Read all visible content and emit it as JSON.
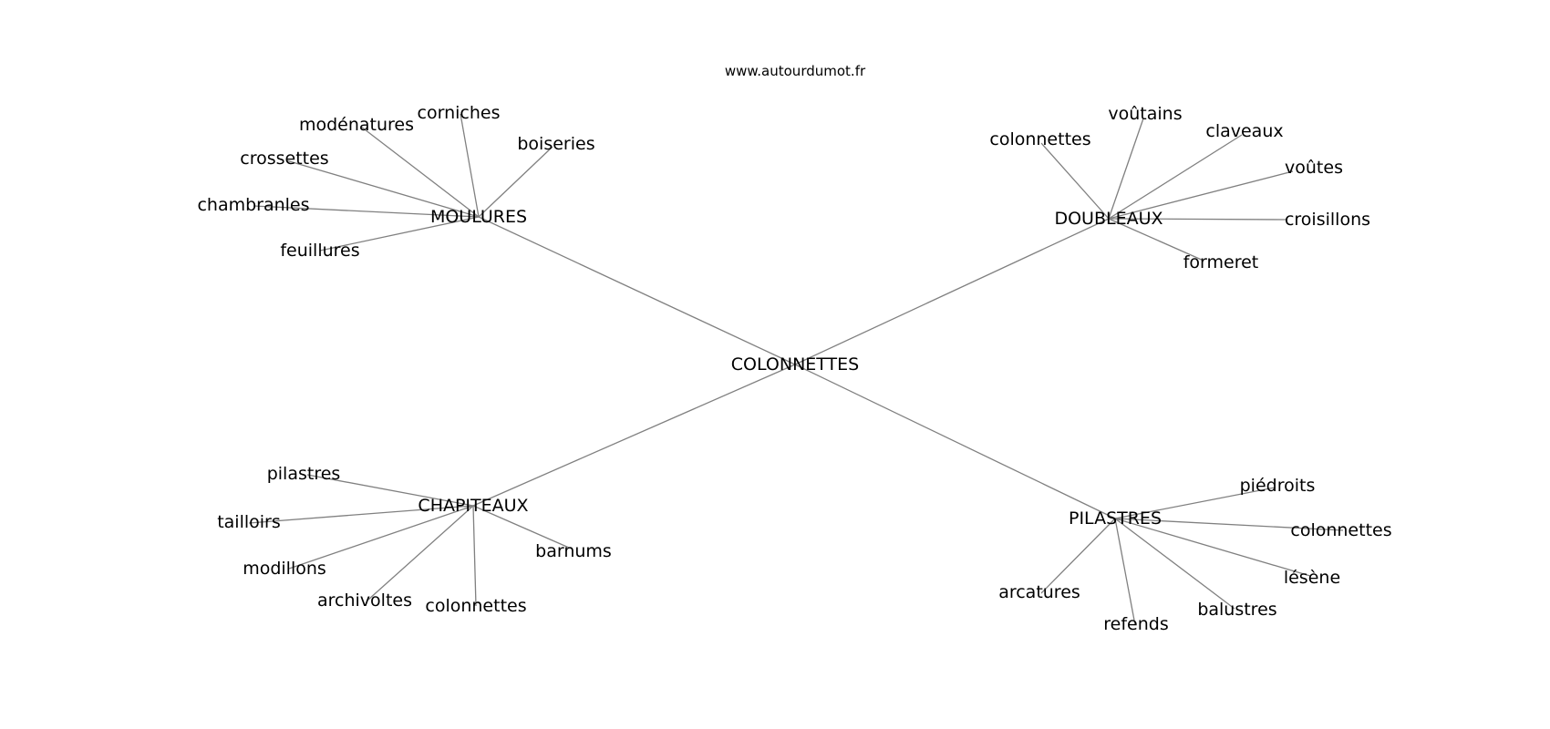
{
  "header": {
    "site": "www.autourdumot.fr"
  },
  "graph": {
    "center": {
      "label": "COLONNETTES"
    },
    "clusters": [
      {
        "hub": "MOULURES",
        "leaves": [
          "corniches",
          "modénatures",
          "boiseries",
          "crossettes",
          "chambranles",
          "feuillures"
        ]
      },
      {
        "hub": "DOUBLEAUX",
        "leaves": [
          "voûtains",
          "colonnettes",
          "claveaux",
          "voûtes",
          "croisillons",
          "formeret"
        ]
      },
      {
        "hub": "CHAPITEAUX",
        "leaves": [
          "pilastres",
          "tailloirs",
          "modillons",
          "archivoltes",
          "colonnettes",
          "barnums"
        ]
      },
      {
        "hub": "PILASTRES",
        "leaves": [
          "piédroits",
          "colonnettes",
          "lésène",
          "balustres",
          "arcatures",
          "refends"
        ]
      }
    ]
  },
  "colors": {
    "edge": "#808080",
    "text": "#000000",
    "background": "#ffffff"
  }
}
